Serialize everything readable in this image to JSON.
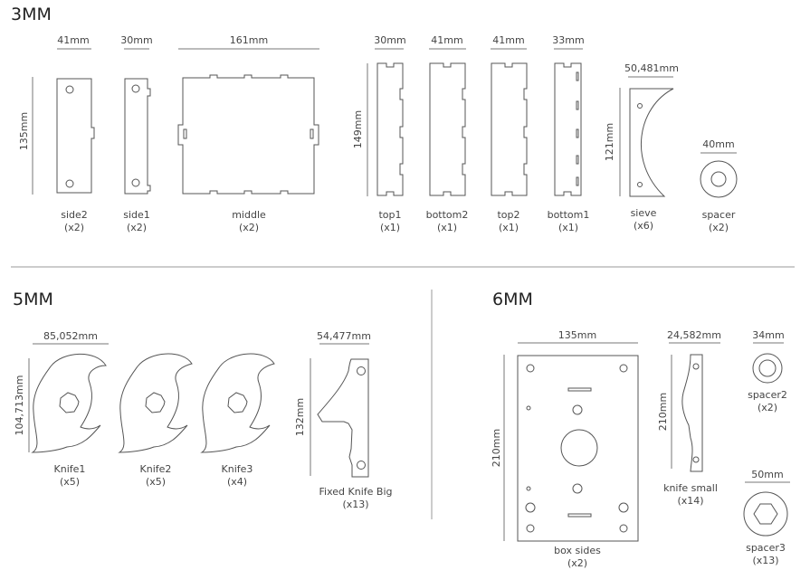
{
  "sections": {
    "s3": "3MM",
    "s5": "5MM",
    "s6": "6MM"
  },
  "parts3": {
    "side2": {
      "w": "41mm",
      "h": "135mm",
      "name": "side2",
      "qty": "(x2)"
    },
    "side1": {
      "w": "30mm",
      "name": "side1",
      "qty": "(x2)"
    },
    "middle": {
      "w": "161mm",
      "name": "middle",
      "qty": "(x2)"
    },
    "top1": {
      "w": "30mm",
      "h": "149mm",
      "name": "top1",
      "qty": "(x1)"
    },
    "bottom2": {
      "w": "41mm",
      "name": "bottom2",
      "qty": "(x1)"
    },
    "top2": {
      "w": "41mm",
      "name": "top2",
      "qty": "(x1)"
    },
    "bottom1": {
      "w": "33mm",
      "name": "bottom1",
      "qty": "(x1)"
    },
    "sieve": {
      "w": "50,481mm",
      "h": "121mm",
      "name": "sieve",
      "qty": "(x6)"
    },
    "spacer": {
      "w": "40mm",
      "name": "spacer",
      "qty": "(x2)"
    }
  },
  "parts5": {
    "knife_dims": {
      "w": "85,052mm",
      "h": "104,713mm"
    },
    "knife1": {
      "name": "Knife1",
      "qty": "(x5)"
    },
    "knife2": {
      "name": "Knife2",
      "qty": "(x5)"
    },
    "knife3": {
      "name": "Knife3",
      "qty": "(x4)"
    },
    "fixed": {
      "w": "54,477mm",
      "h": "132mm",
      "name": "Fixed Knife Big",
      "qty": "(x13)"
    }
  },
  "parts6": {
    "box": {
      "w": "135mm",
      "h": "210mm",
      "name": "box sides",
      "qty": "(x2)"
    },
    "knife_small": {
      "w": "24,582mm",
      "h": "210mm",
      "name": "knife small",
      "qty": "(x14)"
    },
    "spacer2": {
      "w": "34mm",
      "name": "spacer2",
      "qty": "(x2)"
    },
    "spacer3": {
      "w": "50mm",
      "name": "spacer3",
      "qty": "(x13)"
    }
  }
}
